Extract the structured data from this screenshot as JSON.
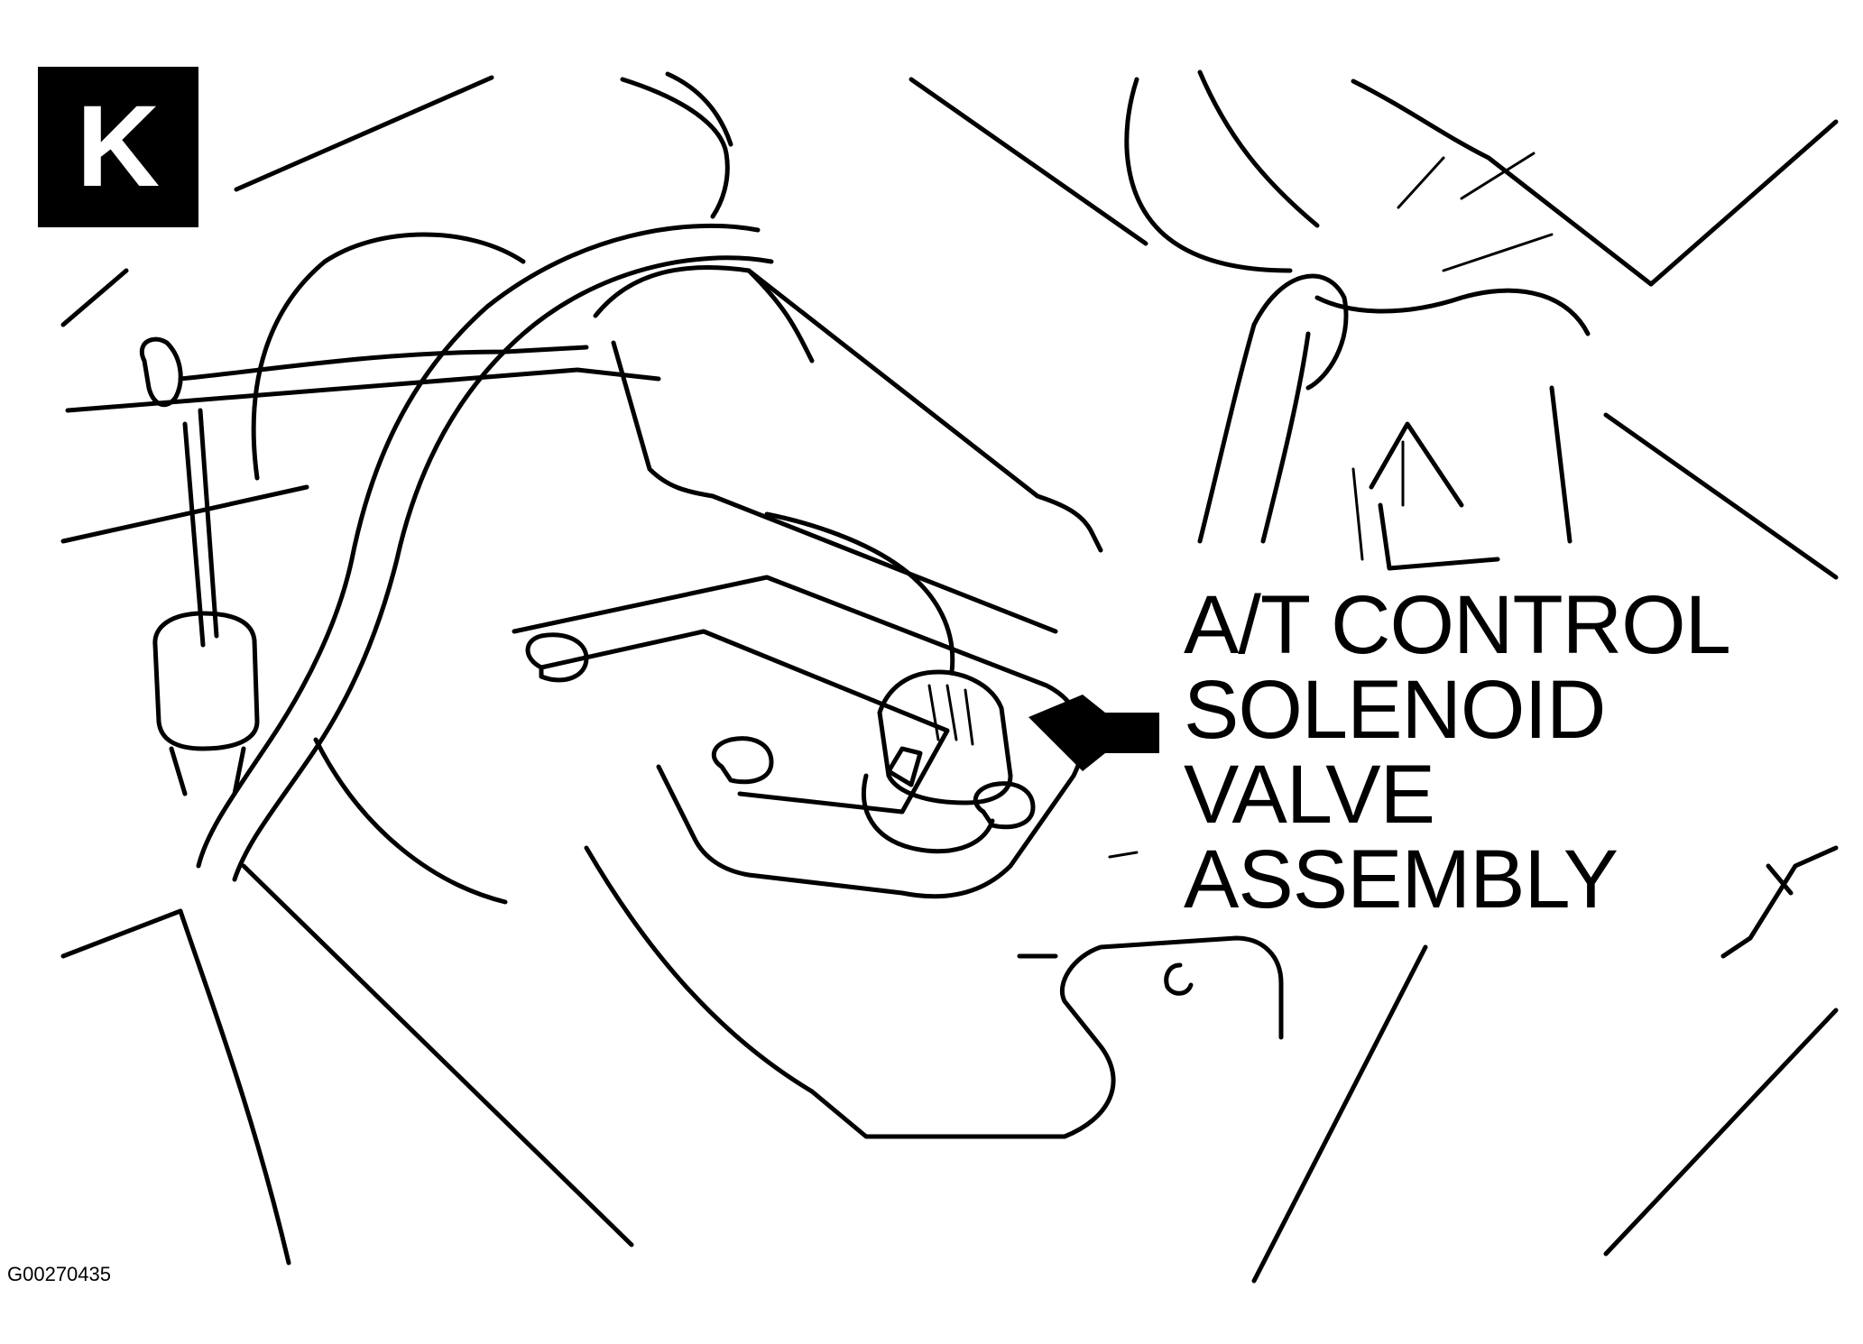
{
  "badge": {
    "letter": "K"
  },
  "callout": {
    "lines": [
      "A/T CONTROL",
      "SOLENOID",
      "VALVE",
      "ASSEMBLY"
    ]
  },
  "figure_id": "G00270435",
  "icons": {
    "pointer": "arrow-left-icon"
  },
  "colors": {
    "ink": "#000000",
    "paper": "#ffffff"
  }
}
